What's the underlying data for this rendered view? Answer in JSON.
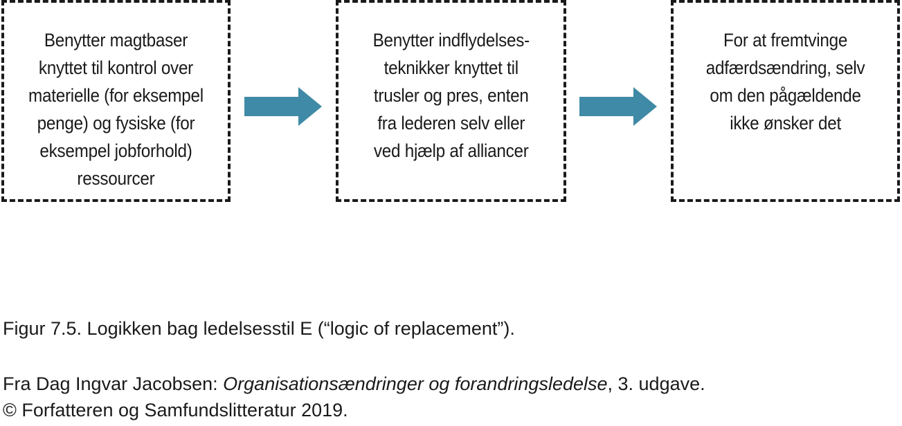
{
  "diagram": {
    "boxes": [
      {
        "text": "Benytter magtbaser\nknyttet til kontrol over\nmaterielle (for eksempel\npenge) og fysiske (for\neksempel jobforhold)\nressourcer"
      },
      {
        "text": "Benytter indflydelses-\nteknikker knyttet til\ntrusler og pres, enten\nfra lederen selv eller\nved hjælp af alliancer"
      },
      {
        "text": "For at fremtvinge\nadfærdsændring, selv\nom den pågældende\nikke ønsker det"
      }
    ],
    "arrow_color": "#3f8aa6",
    "border_color": "#1a1a1a"
  },
  "caption": {
    "figure": "Figur 7.5. Logikken bag ledelsesstil E (“logic of replacement”).",
    "source_prefix": "Fra Dag Ingvar Jacobsen: ",
    "source_title": "Organisationsændringer og forandringsledelse",
    "source_suffix": ", 3. udgave.",
    "copyright": "© Forfatteren og Samfundslitteratur 2019."
  }
}
